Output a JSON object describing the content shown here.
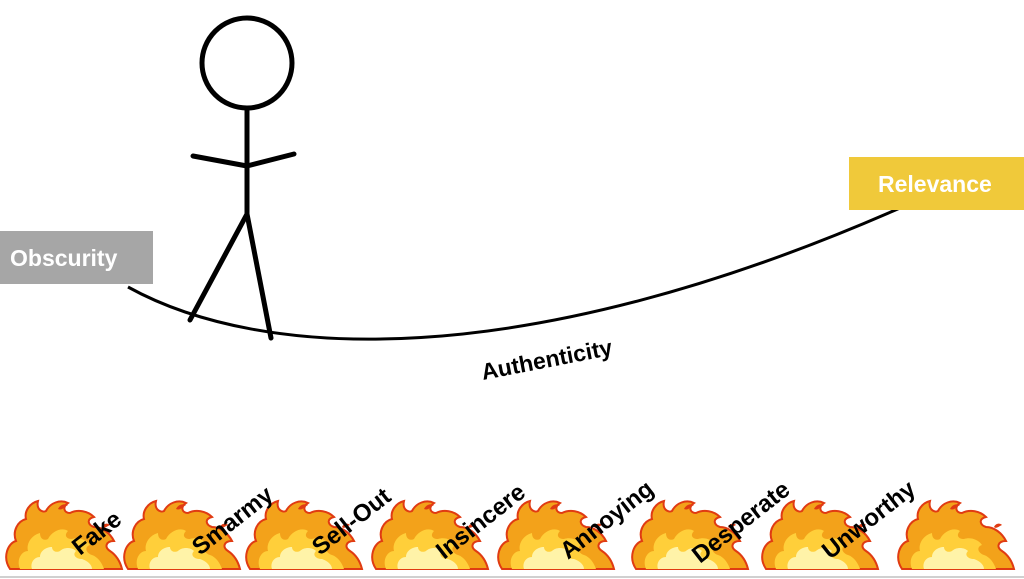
{
  "labels": {
    "left": "Obscurity",
    "right": "Relevance",
    "rope": "Authenticity"
  },
  "fire_words": [
    "Fake",
    "Smarmy",
    "Sell-Out",
    "Insincere",
    "Annoying",
    "Desperate",
    "Unworthy"
  ],
  "colors": {
    "obscurity_box": "#a6a6a6",
    "relevance_box": "#f0c93a",
    "label_text": "#ffffff",
    "line": "#000000",
    "flame_outer": "#f3a21a",
    "flame_inner": "#ffe04a",
    "flame_red": "#e03b12"
  },
  "icons": {
    "figure": "stick-figure-icon",
    "flame": "flame-icon"
  }
}
